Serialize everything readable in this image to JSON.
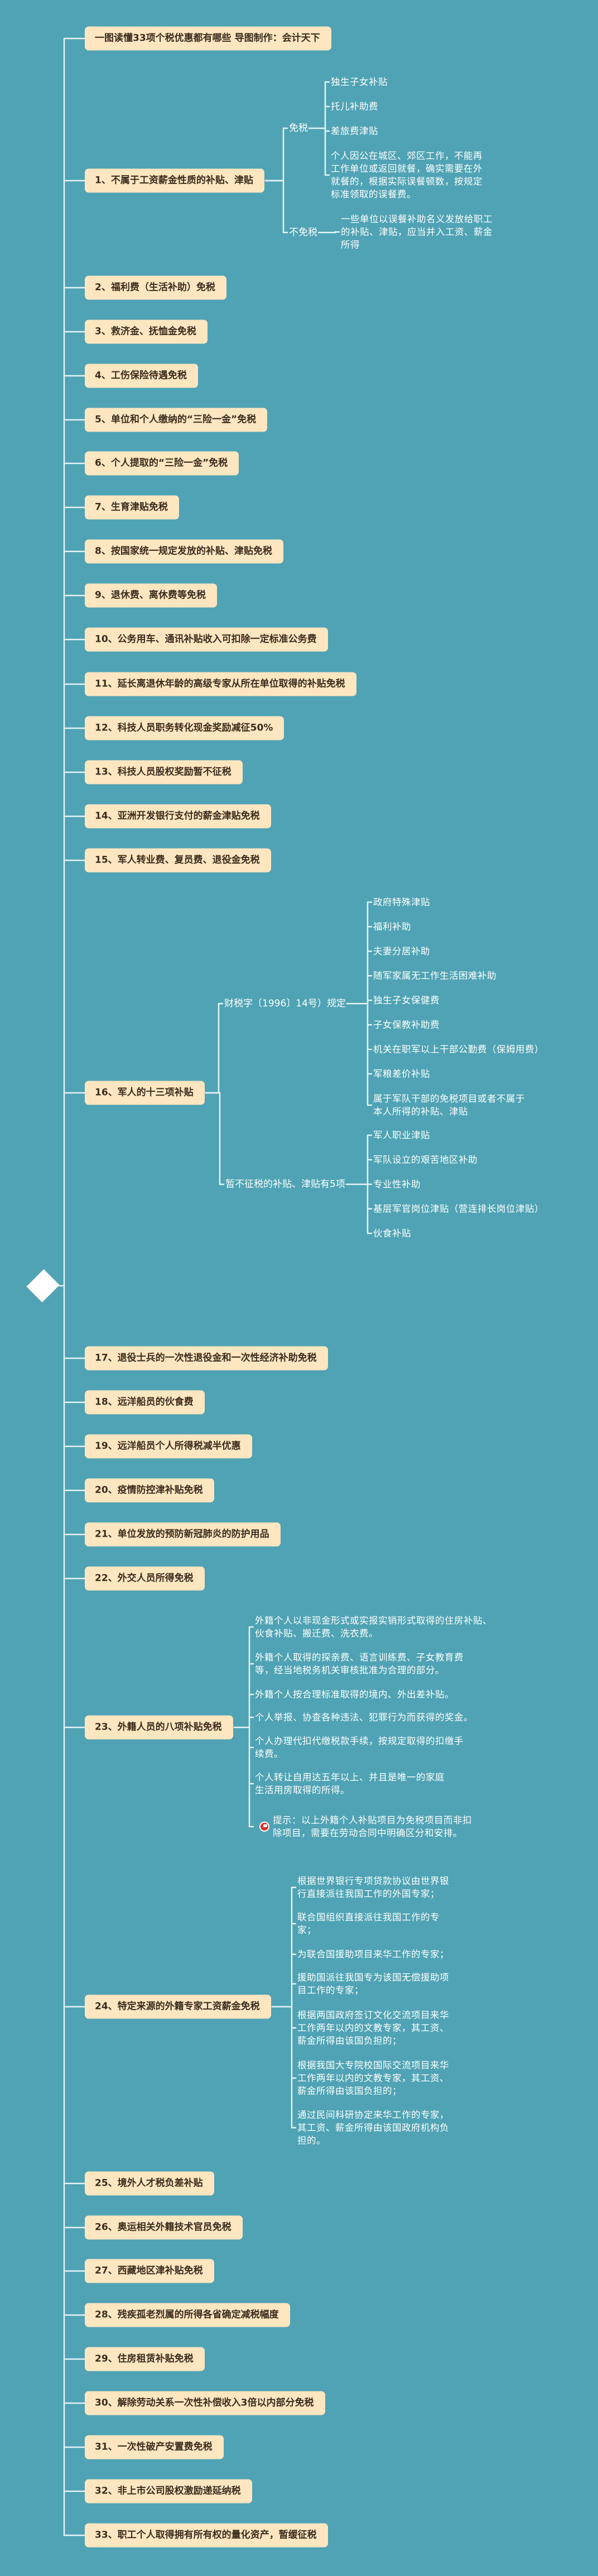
{
  "title": "一图读懂33项个税优惠都有哪些  导图制作：会计天下",
  "colors": {
    "background": "#4fa3b4",
    "topic_fill": "#fde6c0",
    "topic_text": "#3b2c1c",
    "line": "#e6f3f7",
    "leaf_text": "#ffffff",
    "hint_flag": "#d9322a"
  },
  "topics": [
    {
      "label": "1、不属于工资薪金性质的补贴、津贴",
      "groups": [
        {
          "label": "免税",
          "items": [
            "独生子女补贴",
            "托儿补助费",
            "差旅费津贴",
            "个人因公在城区、郊区工作，不能再工作单位或返回就餐，确实需要在外就餐的，根据实际误餐顿数，按规定标准领取的误餐费。"
          ]
        },
        {
          "label": "不免税",
          "items": [
            "一些单位以误餐补助名义发放给职工的补贴、津贴，应当并入工资、薪金所得"
          ]
        }
      ]
    },
    {
      "label": "2、福利费（生活补助）免税"
    },
    {
      "label": "3、救济金、抚恤金免税"
    },
    {
      "label": "4、工伤保险待遇免税"
    },
    {
      "label": "5、单位和个人缴纳的“三险一金”免税"
    },
    {
      "label": "6、个人提取的“三险一金”免税"
    },
    {
      "label": "7、生育津贴免税"
    },
    {
      "label": "8、按国家统一规定发放的补贴、津贴免税"
    },
    {
      "label": "9、退休费、离休费等免税"
    },
    {
      "label": "10、公务用车、通讯补贴收入可扣除一定标准公务费"
    },
    {
      "label": "11、延长离退休年龄的高级专家从所在单位取得的补贴免税"
    },
    {
      "label": "12、科技人员职务转化现金奖励减征50%"
    },
    {
      "label": "13、科技人员股权奖励暂不征税"
    },
    {
      "label": "14、亚洲开发银行支付的薪金津贴免税"
    },
    {
      "label": "15、军人转业费、复员费、退役金免税"
    },
    {
      "label": "16、军人的十三项补贴",
      "groups": [
        {
          "label": "财税字〔1996〕14号）规定",
          "items": [
            "政府特殊津贴",
            "福利补助",
            "夫妻分居补助",
            "随军家属无工作生活困难补助",
            "独生子女保健费",
            "子女保教补助费",
            "机关在职军以上干部公勤费（保姆用费）",
            "军粮差价补贴",
            "属于军队干部的免税项目或者不属于本人所得的补贴、津贴"
          ]
        },
        {
          "label": "暂不征税的补贴、津贴有5项",
          "items": [
            "军人职业津贴",
            "军队设立的艰苦地区补助",
            "专业性补助",
            "基层军官岗位津贴（营连排长岗位津贴）",
            "伙食补贴"
          ]
        }
      ]
    },
    {
      "label": "17、退役士兵的一次性退役金和一次性经济补助免税"
    },
    {
      "label": "18、远洋船员的伙食费"
    },
    {
      "label": "19、远洋船员个人所得税减半优惠"
    },
    {
      "label": "20、疫情防控津补贴免税"
    },
    {
      "label": "21、单位发放的预防新冠肺炎的防护用品"
    },
    {
      "label": "22、外交人员所得免税"
    },
    {
      "label": "23、外籍人员的八项补贴免税",
      "items": [
        "外籍个人以非现金形式或实报实销形式取得的住房补贴、伙食补贴、搬迁费、洗衣费。",
        "外籍个人取得的探亲费、语言训练费、子女教育费等，经当地税务机关审核批准为合理的部分。",
        "外籍个人按合理标准取得的境内、外出差补贴。",
        "个人举报、协查各种违法、犯罪行为而获得的奖金。",
        "个人办理代扣代缴税款手续，按规定取得的扣缴手续费。",
        "个人转让自用达五年以上、并且是唯一的家庭生活用房取得的所得。"
      ],
      "hint": "提示：以上外籍个人补贴项目为免税项目而非扣除项目，需要在劳动合同中明确区分和安排。"
    },
    {
      "label": "24、特定来源的外籍专家工资薪金免税",
      "items": [
        "根据世界银行专项贷款协议由世界银行直接派往我国工作的外国专家；",
        "联合国组织直接派往我国工作的专家；",
        "为联合国援助项目来华工作的专家；",
        "援助国派往我国专为该国无偿援助项目工作的专家；",
        "根据两国政府签订文化交流项目来华工作两年以内的文教专家，其工资、薪金所得由该国负担的；",
        "根据我国大专院校国际交流项目来华工作两年以内的文教专家，其工资、薪金所得由该国负担的；",
        "通过民间科研协定来华工作的专家，其工资、薪金所得由该国政府机构负担的。"
      ]
    },
    {
      "label": "25、境外人才税负差补贴"
    },
    {
      "label": "26、奥运相关外籍技术官员免税"
    },
    {
      "label": "27、西藏地区津补贴免税"
    },
    {
      "label": "28、残疾孤老烈属的所得各省确定减税幅度"
    },
    {
      "label": "29、住房租赁补贴免税"
    },
    {
      "label": "30、解除劳动关系一次性补偿收入3倍以内部分免税"
    },
    {
      "label": "31、一次性破产安置费免税"
    },
    {
      "label": "32、非上市公司股权激励递延纳税"
    },
    {
      "label": "33、职工个人取得拥有所有权的量化资产，暂缓征税"
    }
  ]
}
